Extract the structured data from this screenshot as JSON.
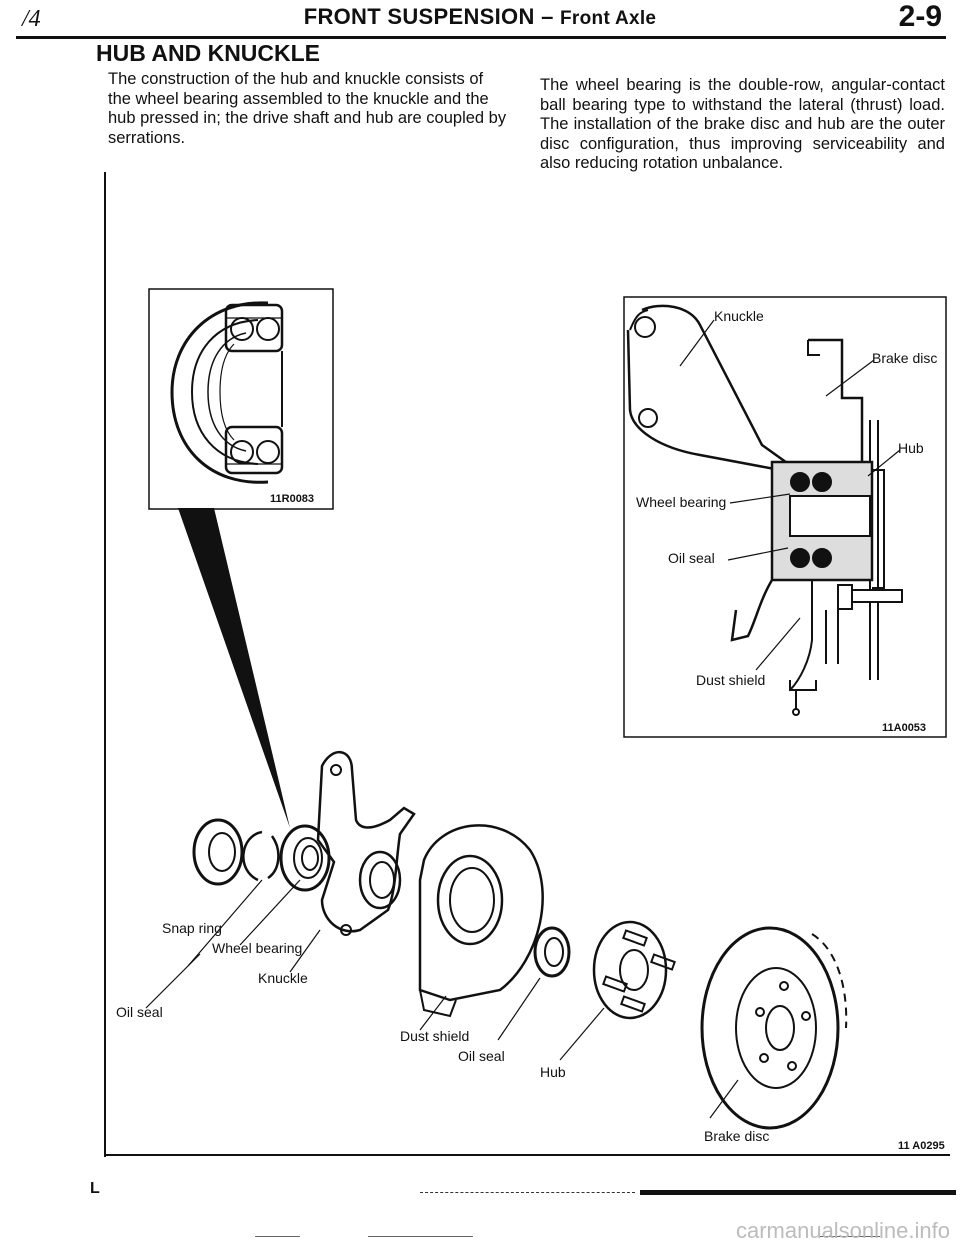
{
  "header": {
    "corner_mark": "/4",
    "title": "FRONT SUSPENSION",
    "separator": " – ",
    "subtitle": "Front Axle",
    "page_number": "2-9"
  },
  "section": {
    "heading": "HUB AND KNUCKLE",
    "paragraph_left": "The construction of the hub and knuckle consists of the wheel bearing assembled to the knuckle and the hub pressed in; the drive shaft and hub are coupled by serrations.",
    "paragraph_right": "The wheel bearing is the double-row, angular-contact ball bearing type to withstand the lateral (thrust) load. The installation of the brake disc and hub are the outer disc configuration, thus improving serviceability and also reducing rotation unbalance."
  },
  "figure_bearing": {
    "code": "11R0083"
  },
  "figure_section": {
    "code": "11A0053",
    "labels": {
      "knuckle": "Knuckle",
      "brake_disc": "Brake disc",
      "hub": "Hub",
      "wheel_bearing": "Wheel bearing",
      "oil_seal": "Oil seal",
      "dust_shield": "Dust shield"
    }
  },
  "figure_exploded": {
    "code": "11 A0295",
    "labels": {
      "oil_seal_left": "Oil seal",
      "snap_ring": "Snap ring",
      "wheel_bearing": "Wheel bearing",
      "knuckle": "Knuckle",
      "dust_shield": "Dust shield",
      "oil_seal_right": "Oil seal",
      "hub": "Hub",
      "brake_disc": "Brake disc"
    }
  },
  "footer": {
    "tick": "L",
    "watermark": "carmanualsonline.info"
  }
}
